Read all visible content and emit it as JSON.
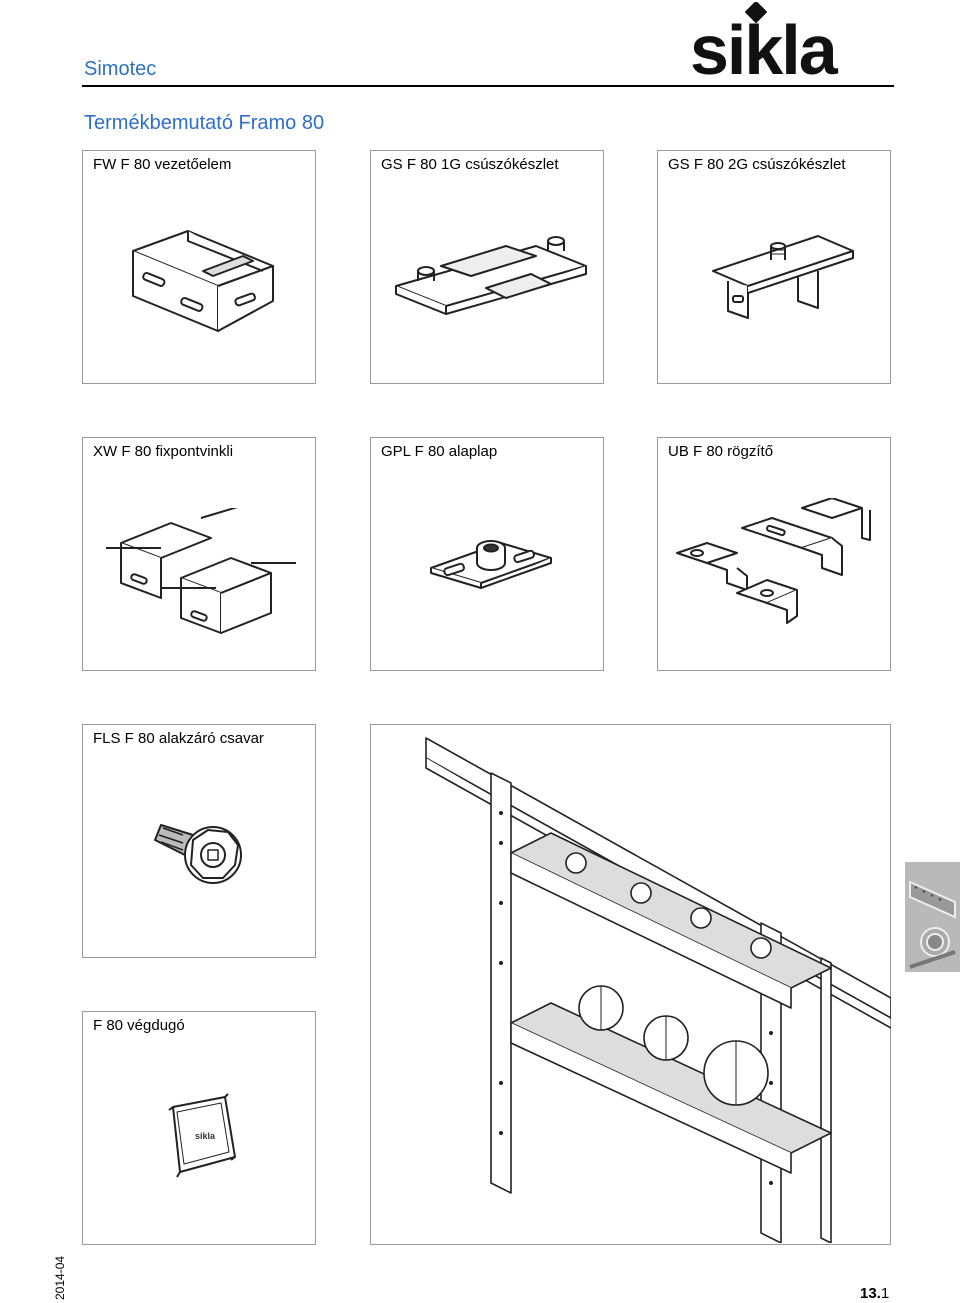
{
  "header": {
    "brand": "Simotec",
    "logo_text": "sikla"
  },
  "page_title": "Termékbemutató Framo 80",
  "products": [
    {
      "label": "FW F 80 vezetőelem",
      "icon": "guide-element-drawing"
    },
    {
      "label": "GS F 80 1G csúszókészlet",
      "icon": "sliding-set-1g-drawing"
    },
    {
      "label": "GS F 80 2G csúszókészlet",
      "icon": "sliding-set-2g-drawing"
    },
    {
      "label": "XW F 80 fixpontvinkli",
      "icon": "fixpoint-bracket-drawing"
    },
    {
      "label": "GPL F 80 alaplap",
      "icon": "base-plate-drawing"
    },
    {
      "label": "UB F 80 rögzítő",
      "icon": "u-bracket-drawing"
    },
    {
      "label": "FLS F 80 alakzáró csavar",
      "icon": "form-locking-screw-drawing"
    },
    {
      "label": "F 80 végdugó",
      "icon": "end-cap-drawing"
    }
  ],
  "installation_icon": "pipe-support-installation-drawing",
  "footer": {
    "date": "2014-04",
    "page_chapter": "13.",
    "page_sub": "1"
  }
}
